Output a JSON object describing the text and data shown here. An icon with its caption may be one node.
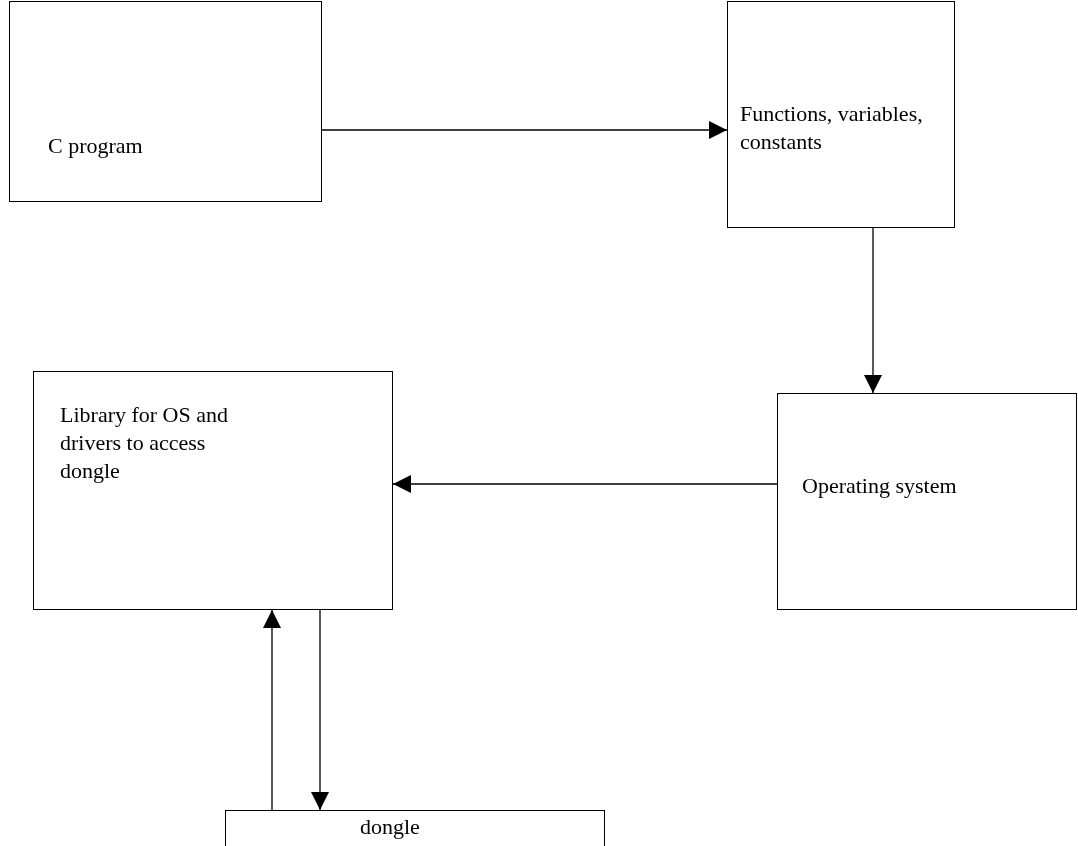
{
  "diagram": {
    "nodes": [
      {
        "text": [
          "C program"
        ]
      },
      {
        "text": [
          "Functions, variables, constants"
        ]
      },
      {
        "text": [
          "Library for OS and drivers to access dongle"
        ]
      },
      {
        "text": [
          "Operating system"
        ]
      },
      {
        "text": [
          "dongle"
        ]
      }
    ],
    "edges": [
      {
        "from": 0,
        "to": 1,
        "arrow": "to"
      },
      {
        "from": 1,
        "to": 3,
        "arrow": "to"
      },
      {
        "from": 3,
        "to": 2,
        "arrow": "to"
      },
      {
        "from": 4,
        "to": 2,
        "arrow": "to"
      },
      {
        "from": 2,
        "to": 4,
        "arrow": "to"
      }
    ]
  }
}
